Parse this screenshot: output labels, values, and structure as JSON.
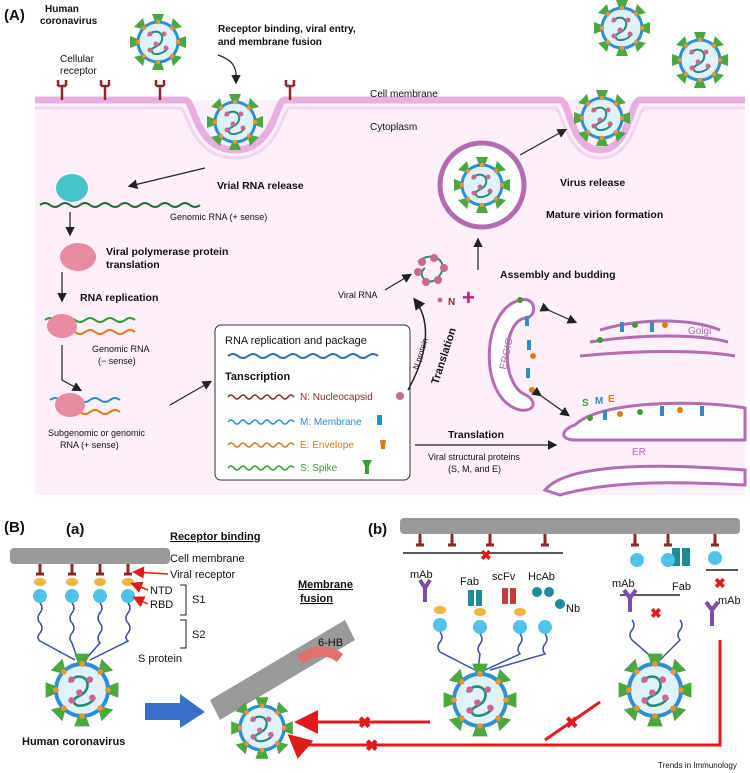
{
  "panelA": {
    "label": "(A)",
    "human_coronavirus": [
      "Human",
      "coronavirus"
    ],
    "receptor_binding_entry": [
      "Receptor binding, viral entry,",
      "and membrane  fusion"
    ],
    "cellular_receptor": [
      "Cellular",
      "receptor"
    ],
    "cell_membrane": "Cell membrane",
    "cytoplasm": "Cytoplasm",
    "viral_rna_release": "Vrial RNA release",
    "genomic_rna_plus": "Genomic RNA (+ sense)",
    "polymerase_translation": [
      "Viral polymerase protein",
      "translation"
    ],
    "rna_replication": "RNA replication",
    "genomic_rna_minus": [
      "Genomic RNA",
      "(− sense)"
    ],
    "subgenomic": [
      "Subgenomic or genomic",
      "RNA (+ sense)"
    ],
    "box_title": "RNA replication and package",
    "transcription": "Tanscription",
    "proteins": [
      {
        "label": "N: Nucleocapsid",
        "color": "#8b2e2e"
      },
      {
        "label": "M: Membrane",
        "color": "#2f8fc2"
      },
      {
        "label": "E: Envelope",
        "color": "#e07b1a"
      },
      {
        "label": "S: Spike",
        "color": "#3f9a3a"
      }
    ],
    "viral_rna": "Viral RNA",
    "n_letter": "N",
    "n_protein": "N protein",
    "translation_bold": "Translation",
    "assembly_budding": "Assembly and budding",
    "mature_virion": "Mature virion formation",
    "virus_release": "Virus release",
    "ergic": "ERGIC",
    "golgi": "Golgi",
    "er": "ER",
    "sme": [
      "S",
      "M",
      "E"
    ],
    "translation2": "Translation",
    "structural_proteins": [
      "Viral structural proteins",
      "(S, M, and E)"
    ]
  },
  "panelB": {
    "label": "(B)",
    "a_label": "(a)",
    "b_label": "(b)",
    "receptor_binding": "Receptor binding",
    "cell_membrane": "Cell membrane",
    "viral_receptor": "Viral receptor",
    "ntd": "NTD",
    "rbd": "RBD",
    "s1": "S1",
    "s2": "S2",
    "s_protein": "S protein",
    "membrane_fusion": [
      "Membrane",
      "fusion"
    ],
    "six_hb": "6-HB",
    "human_coronavirus": "Human coronavirus",
    "antibodies": [
      "mAb",
      "Fab",
      "scFv",
      "HcAb",
      "Nb"
    ],
    "mab2": "mAb",
    "fab2": "Fab",
    "mab3": "mAb"
  },
  "footer": "Trends in Immunology",
  "colors": {
    "membrane_pink": "#e8b0de",
    "cytoplasm": "#fdf0fb",
    "spike_green": "#4aa83f",
    "virion_blue": "#dff1fb",
    "virion_ring": "#2e8fd0",
    "red_arrow": "#e01b1b",
    "blue_arrow": "#3a6fc9",
    "receptor_brown": "#8a2a2a"
  }
}
